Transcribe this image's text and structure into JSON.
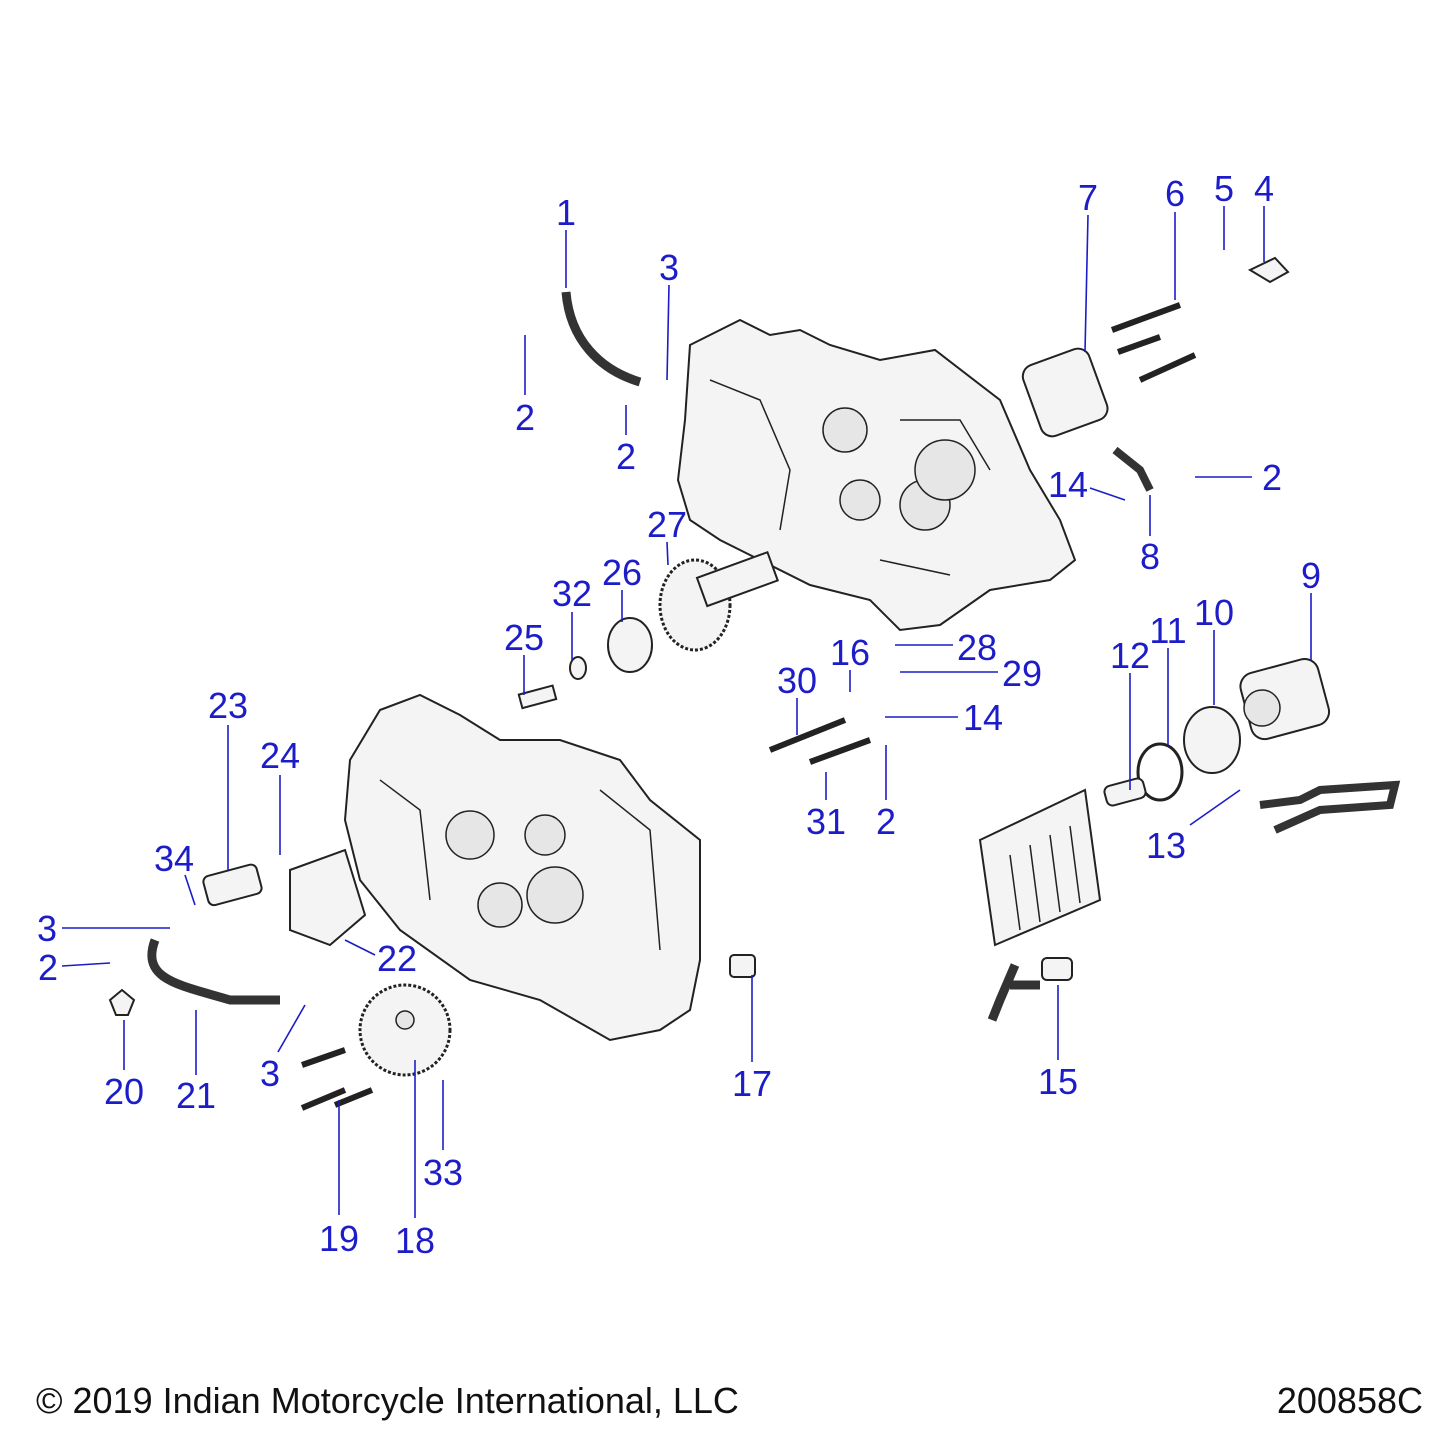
{
  "diagram": {
    "callouts": [
      "1",
      "2",
      "3",
      "4",
      "5",
      "6",
      "7",
      "8",
      "9",
      "10",
      "11",
      "12",
      "13",
      "14",
      "15",
      "16",
      "17",
      "18",
      "19",
      "20",
      "21",
      "22",
      "23",
      "24",
      "25",
      "26",
      "27",
      "28",
      "29",
      "30",
      "31",
      "32",
      "33",
      "34"
    ],
    "label_color": "#1c1cc8"
  },
  "footer": {
    "copyright": "© 2019 Indian Motorcycle International, LLC",
    "document_number": "200858C"
  }
}
